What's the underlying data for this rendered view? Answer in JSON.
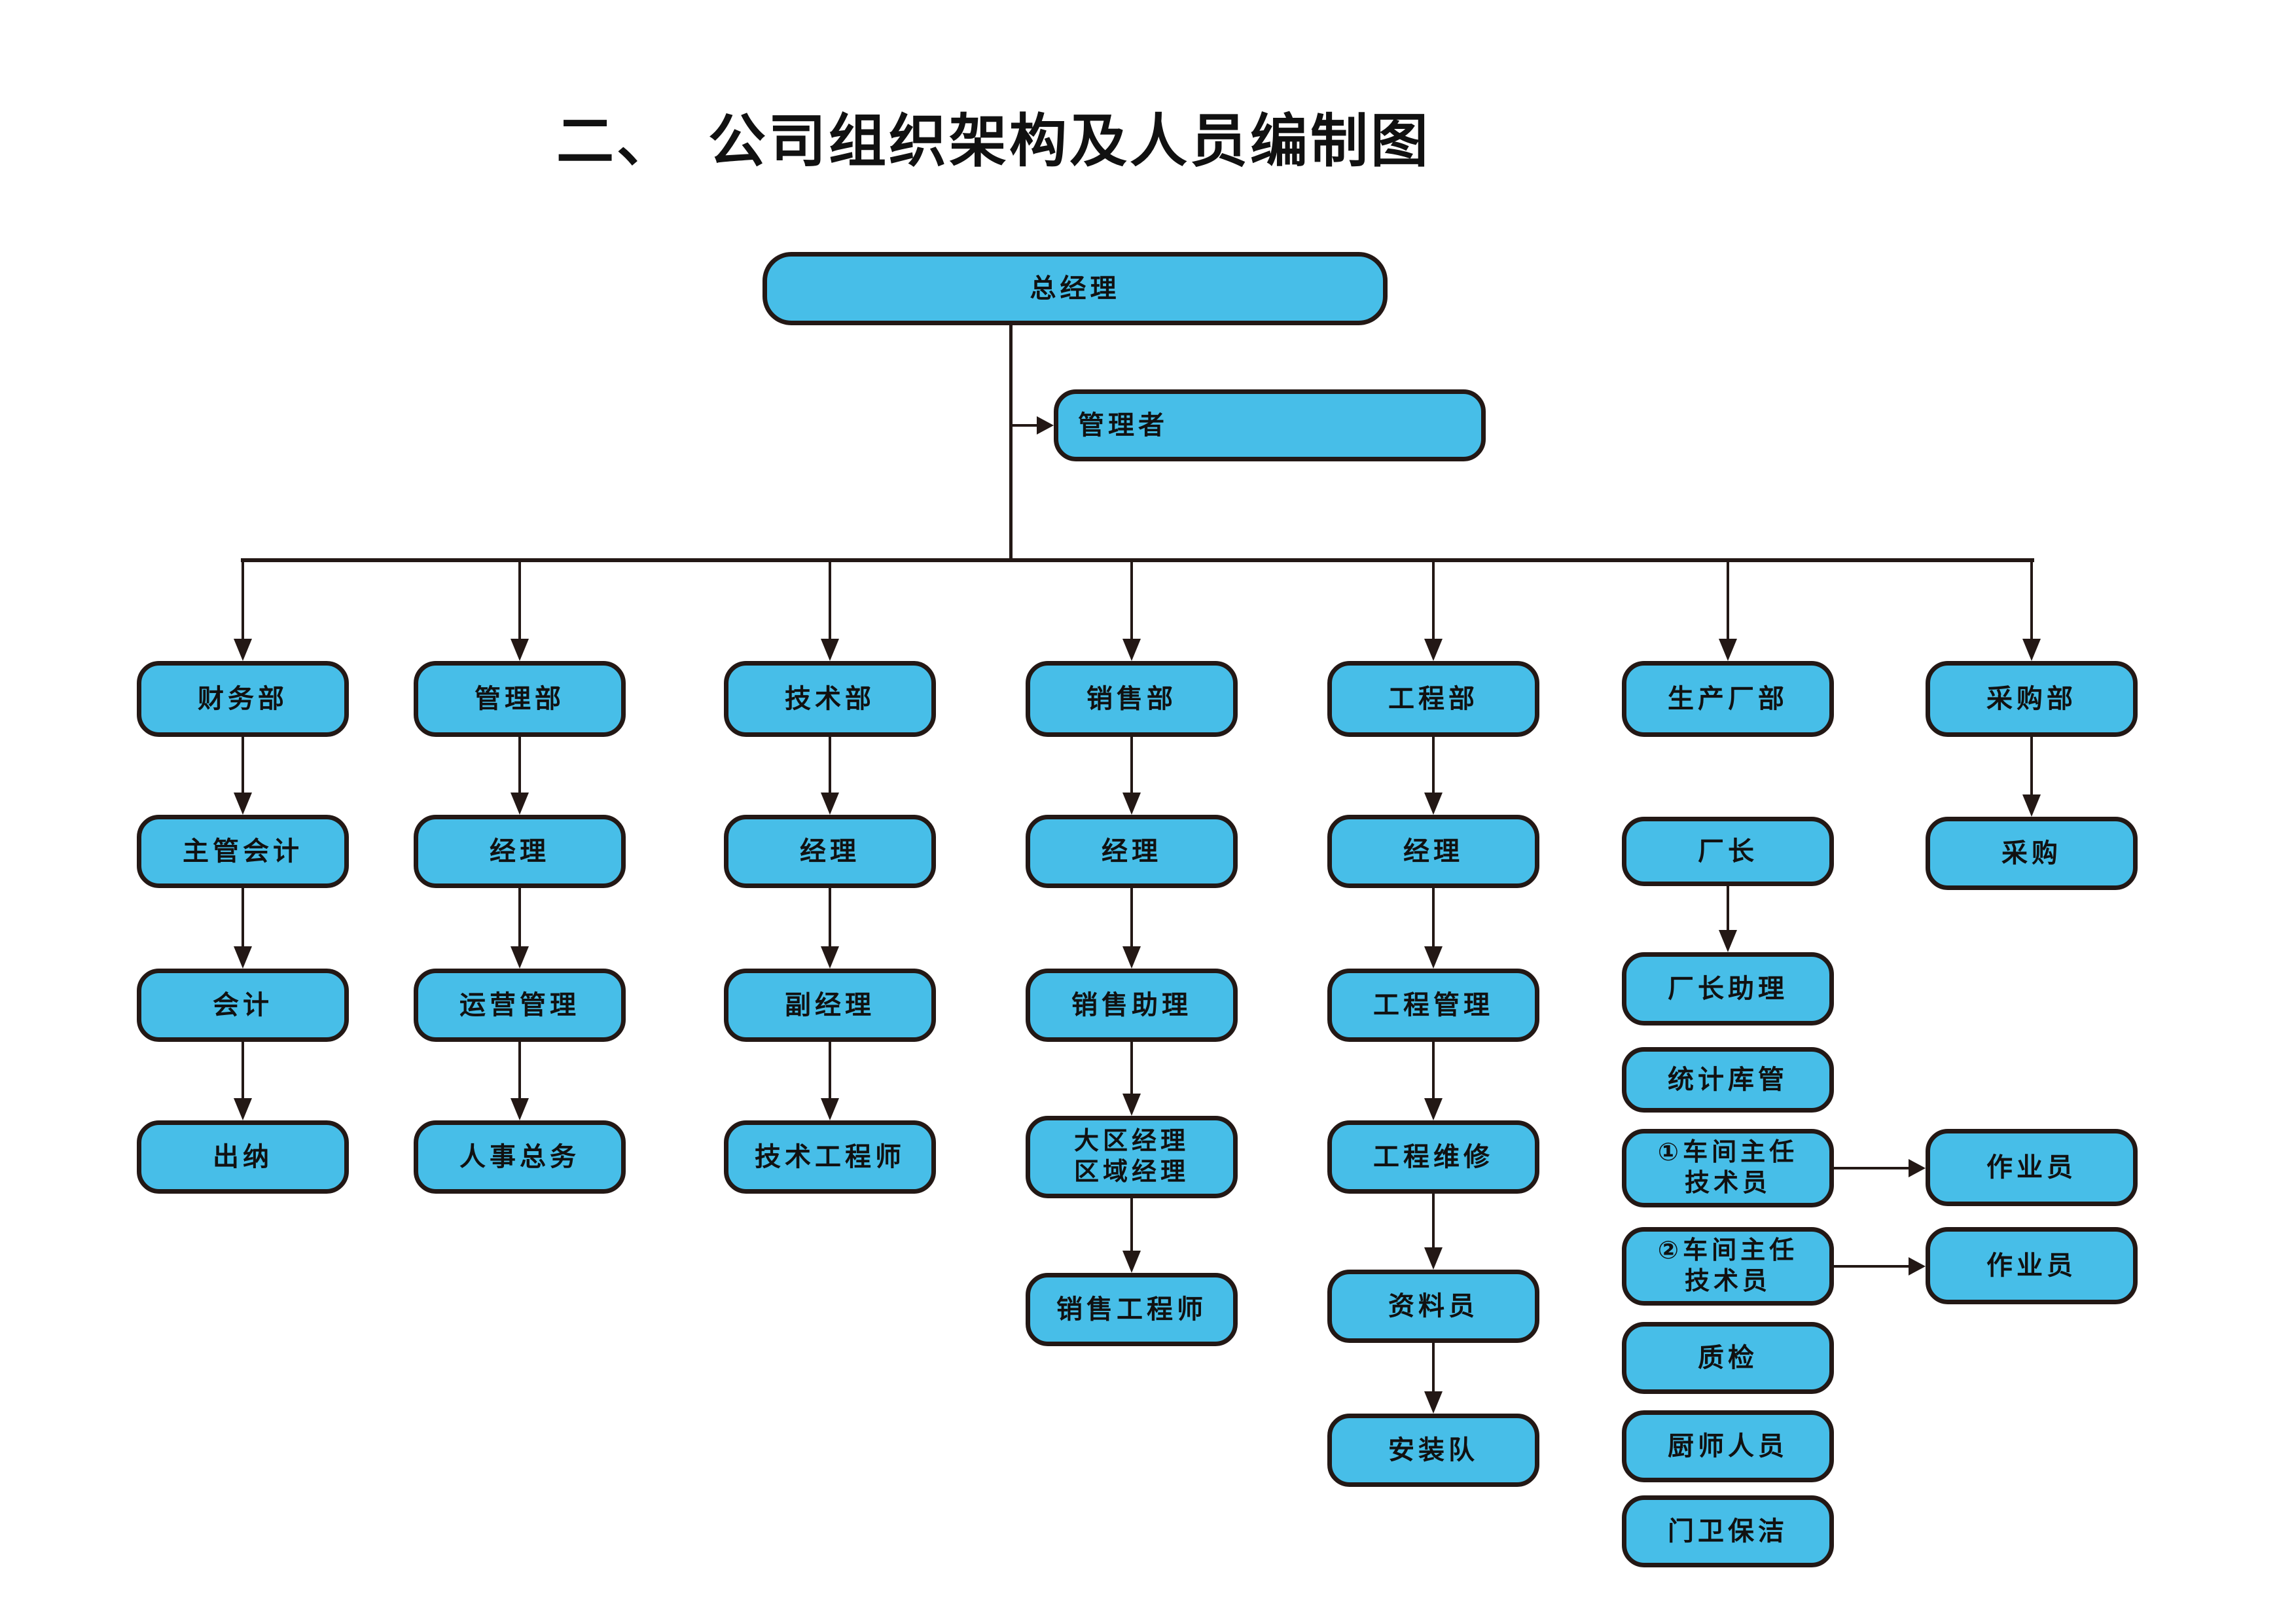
{
  "title": "二、　公司组织架构及人员编制图",
  "colors": {
    "box-fill": "#47BEE8",
    "box-border": "#231815",
    "line": "#231815",
    "text": "#111111",
    "bg": "#ffffff"
  },
  "root": {
    "label": "总经理"
  },
  "advisor": {
    "label": "管理者"
  },
  "columns": [
    {
      "dept": "财务部",
      "levels": [
        "主管会计",
        "会计",
        "出纳"
      ]
    },
    {
      "dept": "管理部",
      "levels": [
        "经理",
        "运营管理",
        "人事总务"
      ]
    },
    {
      "dept": "技术部",
      "levels": [
        "经理",
        "副经理",
        "技术工程师"
      ]
    },
    {
      "dept": "销售部",
      "levels": [
        "经理",
        "销售助理",
        "大区经理\n区域经理",
        "销售工程师"
      ]
    },
    {
      "dept": "工程部",
      "levels": [
        "经理",
        "工程管理",
        "工程维修",
        "资料员",
        "安装队"
      ]
    },
    {
      "dept": "生产厂部",
      "levels": [
        "厂长",
        "厂长助理",
        "统计库管",
        "①车间主任\n技术员",
        "②车间主任\n技术员",
        "质检",
        "厨师人员",
        "门卫保洁"
      ]
    },
    {
      "dept": "采购部",
      "levels": [
        "采购"
      ]
    }
  ],
  "operators": [
    {
      "label": "作业员"
    },
    {
      "label": "作业员"
    }
  ]
}
